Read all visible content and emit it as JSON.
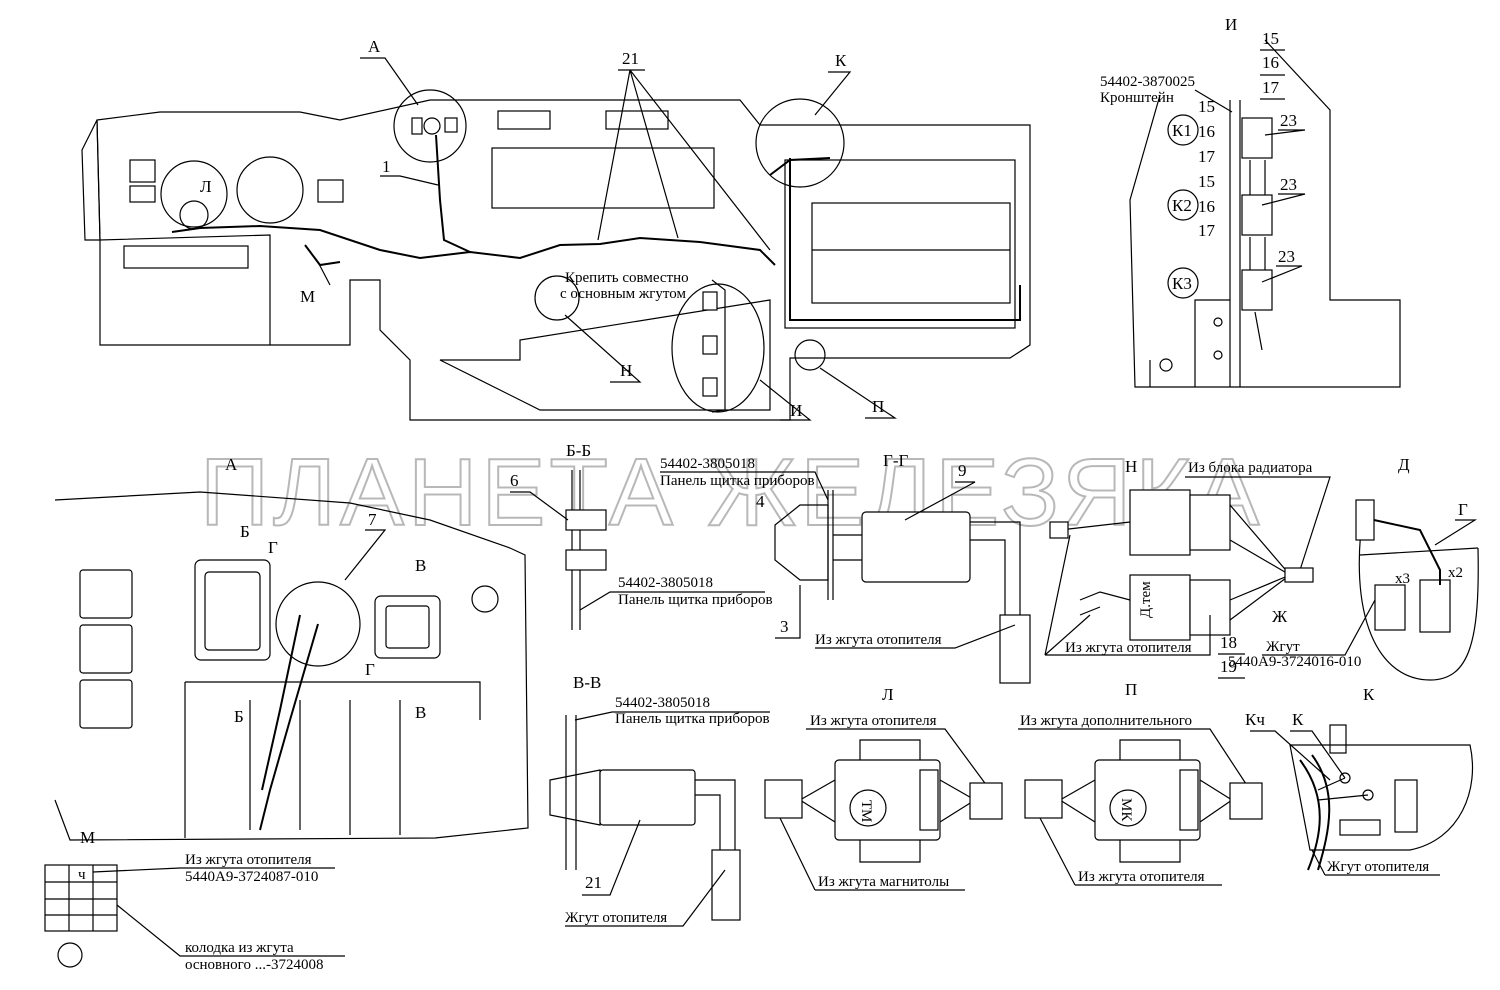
{
  "watermark": "ПЛАНЕТА ЖЕЛЕЗЯКА",
  "top": {
    "letters": {
      "a": "А",
      "k": "К",
      "l": "Л",
      "m": "М",
      "n": "Н",
      "i": "И",
      "p": "П"
    },
    "num_1": "1",
    "num_21": "21",
    "note_line1": "Крепить совместно",
    "note_line2": "с основным жгутом"
  },
  "view_i": {
    "title": "И",
    "part_no": "54402-3870025",
    "part_name": "Кронштейн",
    "k1": "К1",
    "k2": "К2",
    "k3": "К3",
    "n15": "15",
    "n16": "16",
    "n17": "17",
    "n23": "23"
  },
  "view_a": {
    "title": "А",
    "b": "Б",
    "v": "В",
    "g": "Г",
    "n7": "7"
  },
  "view_bb": {
    "title": "Б-Б",
    "n6": "6",
    "part_no": "54402-3805018",
    "part_name": "Панель щитка приборов"
  },
  "view_gg": {
    "title": "Г-Г",
    "part_no": "54402-3805018",
    "part_name": "Панель щитка приборов",
    "n4": "4",
    "n9": "9",
    "n3": "3",
    "harness": "Из жгута отопителя"
  },
  "view_n": {
    "title": "Н",
    "from_radiator": "Из блока радиатора",
    "d_tem": "Д.тем",
    "zh": "Ж",
    "harness": "Из жгута отопителя",
    "n18": "18",
    "n19": "19"
  },
  "view_d": {
    "title": "Д",
    "g": "Г",
    "x3": "x3",
    "x2": "x2",
    "harness_label": "Жгут",
    "harness_no": "5440А9-3724016-010"
  },
  "view_vv": {
    "title": "В-В",
    "part_no": "54402-3805018",
    "part_name": "Панель щитка приборов",
    "n21": "21",
    "harness": "Жгут отопителя"
  },
  "view_l": {
    "title": "Л",
    "connector": "ТМ",
    "harness_top": "Из жгута отопителя",
    "harness_bottom": "Из жгута магнитолы"
  },
  "view_p": {
    "title": "П",
    "connector": "МК",
    "harness_top": "Из жгута дополнительного",
    "harness_bottom": "Из жгута отопителя"
  },
  "view_k": {
    "title": "К",
    "kch": "Кч",
    "k": "К",
    "harness": "Жгут отопителя"
  },
  "view_m": {
    "title": "М",
    "cell": "ч",
    "line1": "Из жгута отопителя",
    "line2": "5440А9-3724087-010",
    "line3": "колодка из жгута",
    "line4": "основного ...-3724008"
  }
}
